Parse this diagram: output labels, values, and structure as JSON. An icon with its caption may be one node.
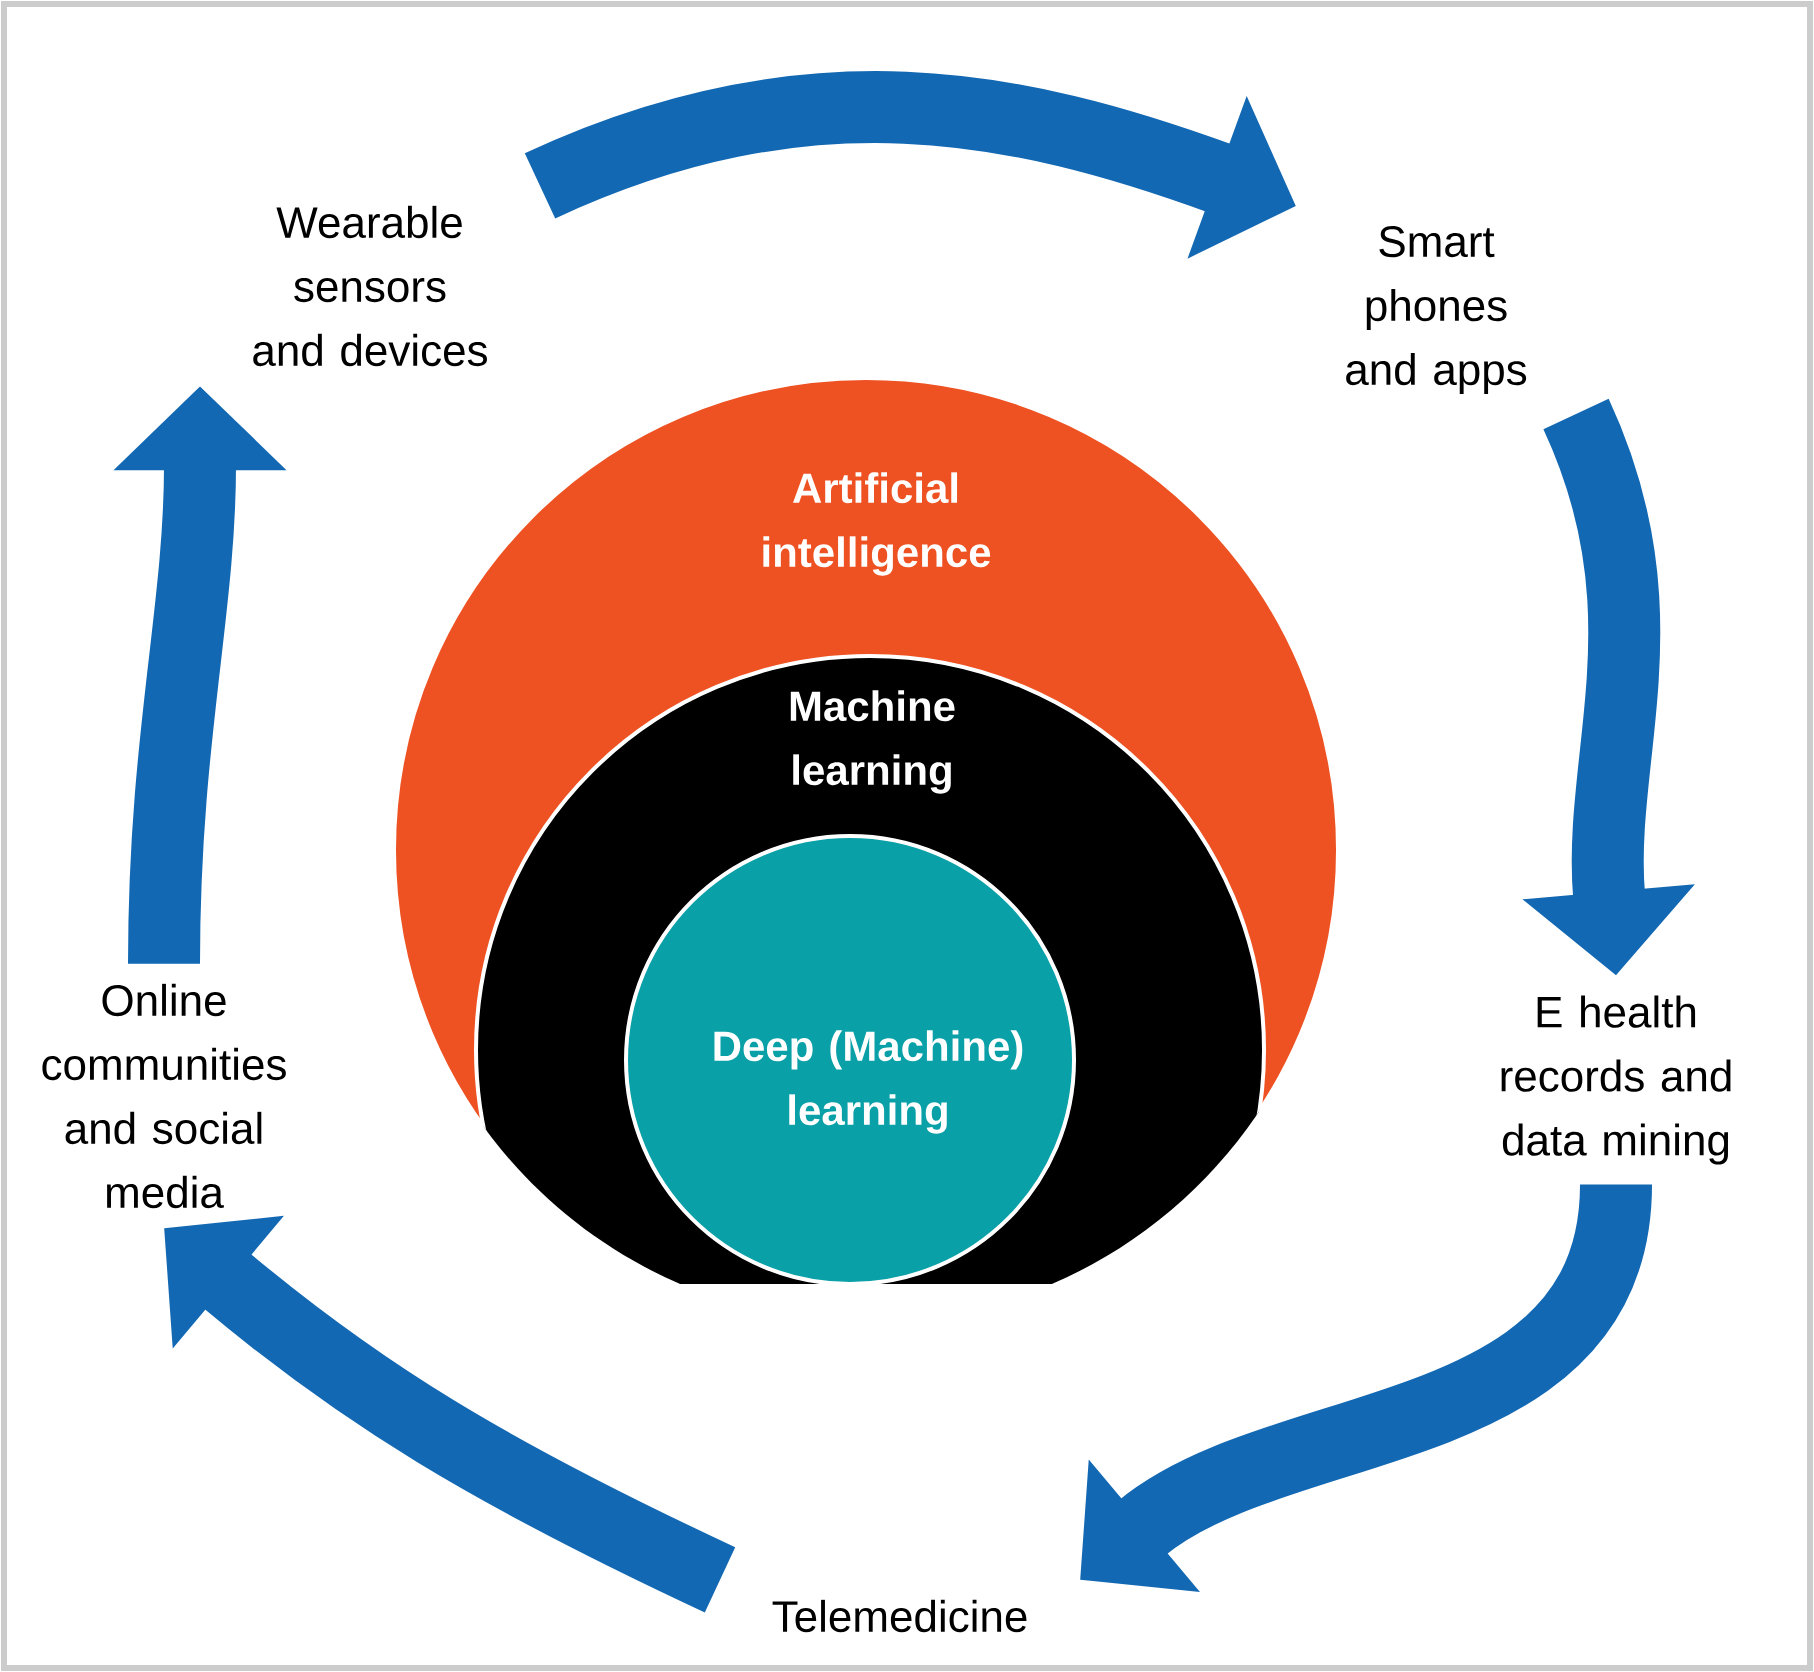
{
  "diagram": {
    "nodes": [
      {
        "text": [
          "Artificial intelligence"
        ]
      },
      {
        "text": [
          "Machine learning"
        ],
        "in": 0
      },
      {
        "text": [
          "Deep (Machine) learning"
        ],
        "in": 1
      },
      {
        "text": [
          "Wearable sensors and devices"
        ]
      },
      {
        "text": [
          "Smart phones and apps"
        ]
      },
      {
        "text": [
          "E health records and data mining"
        ]
      },
      {
        "text": [
          "Telemedicine"
        ]
      },
      {
        "text": [
          "Online communities and social media"
        ]
      }
    ],
    "edges": [
      {
        "from": 3,
        "to": 4,
        "arrow": "to"
      },
      {
        "from": 4,
        "to": 5,
        "arrow": "to"
      },
      {
        "from": 5,
        "to": 6,
        "arrow": "to"
      },
      {
        "from": 6,
        "to": 7,
        "arrow": "to"
      },
      {
        "from": 7,
        "to": 3,
        "arrow": "to"
      }
    ]
  }
}
